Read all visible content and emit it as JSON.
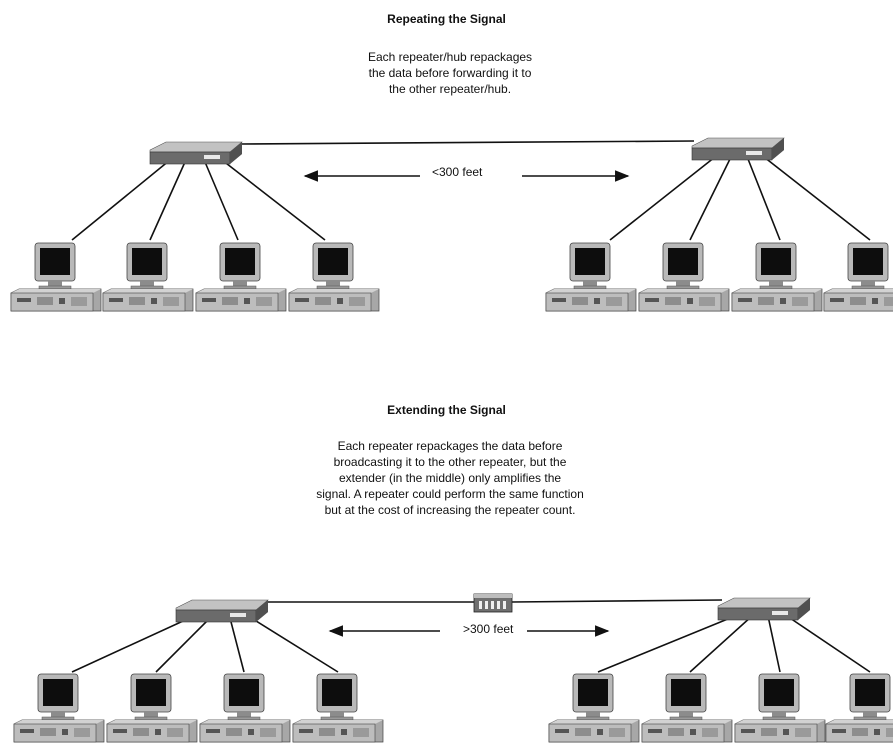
{
  "sections": [
    {
      "title": "Repeating the Signal",
      "description_lines": [
        "Each repeater/hub repackages",
        "the data before forwarding it to",
        "the other repeater/hub."
      ],
      "distance_label": "<300 feet"
    },
    {
      "title": "Extending the Signal",
      "description_lines": [
        "Each repeater repackages the data before",
        "broadcasting it to the other repeater, but the",
        "extender (in the middle) only amplifies the",
        "signal. A repeater could perform the same function",
        "but at the cost of increasing the repeater count."
      ],
      "distance_label": ">300 feet"
    }
  ],
  "icons": {
    "hub": "repeater-hub-icon",
    "extender": "extender-icon",
    "computer": "computer-icon"
  }
}
